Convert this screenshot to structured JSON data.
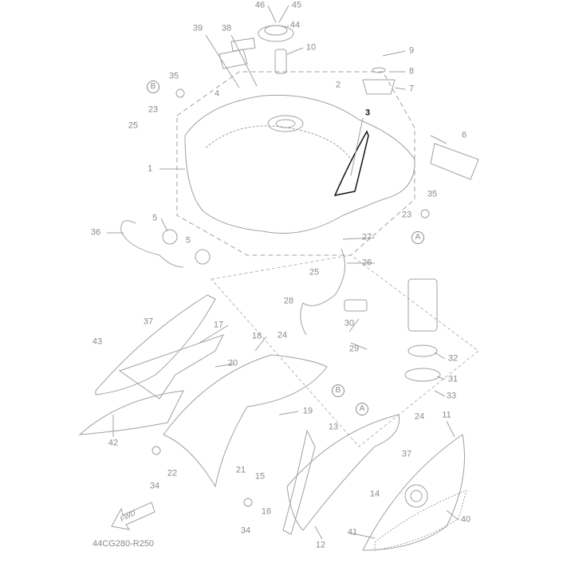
{
  "diagram": {
    "callouts": [
      "46",
      "45",
      "44",
      "39",
      "38",
      "10",
      "9",
      "8",
      "7",
      "35",
      "B",
      "23",
      "4",
      "2",
      "25",
      "3",
      "6",
      "1",
      "35",
      "23",
      "A",
      "5",
      "36",
      "5",
      "27",
      "26",
      "25",
      "28",
      "30",
      "29",
      "32",
      "31",
      "33",
      "37",
      "43",
      "17",
      "18",
      "24",
      "20",
      "B",
      "19",
      "42",
      "22",
      "34",
      "21",
      "13",
      "A",
      "24",
      "11",
      "15",
      "37",
      "14",
      "16",
      "34",
      "12",
      "41",
      "40"
    ],
    "fwd_label": "FWD",
    "drawing_code": "44CG280-R250"
  },
  "colors": {
    "line": "#9a9a9a",
    "highlight": "#111111"
  }
}
